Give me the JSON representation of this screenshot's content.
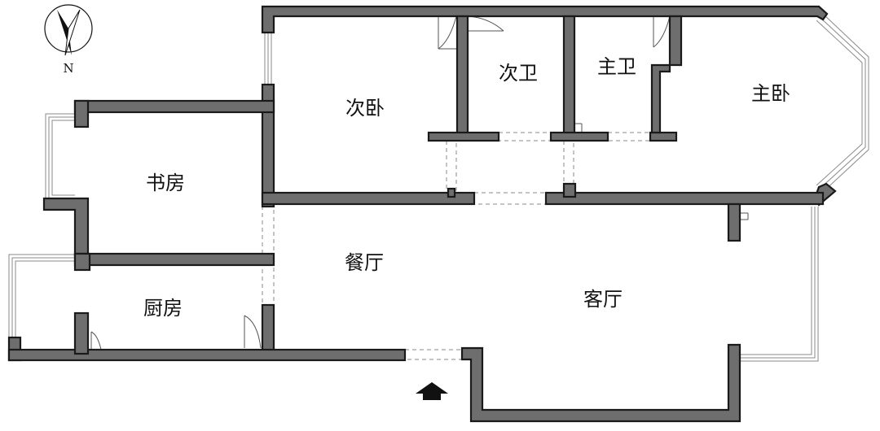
{
  "compass": {
    "letter": "N"
  },
  "rooms": {
    "second_bedroom": "次卧",
    "second_bathroom": "次卫",
    "master_bathroom": "主卫",
    "master_bedroom": "主卧",
    "study": "书房",
    "dining_room": "餐厅",
    "kitchen": "厨房",
    "living_room": "客厅"
  }
}
